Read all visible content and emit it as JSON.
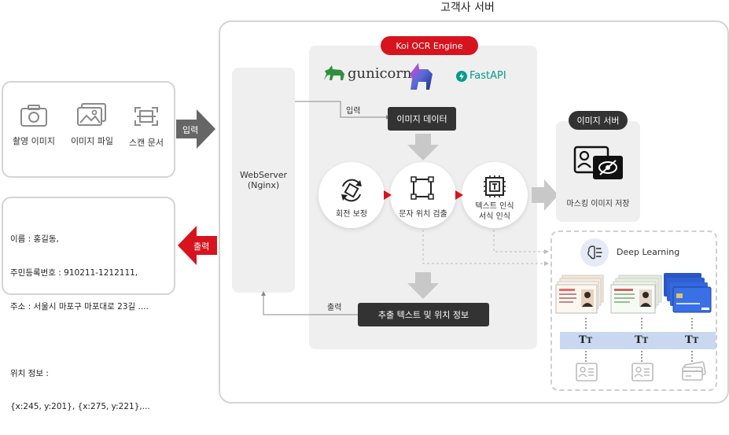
{
  "title": "고객사 서버",
  "inputs": {
    "items": [
      {
        "label": "촬영 이미지",
        "icon": "camera-icon"
      },
      {
        "label": "이미지 파일",
        "icon": "image-file-icon"
      },
      {
        "label": "스캔 문서",
        "icon": "scan-icon"
      }
    ],
    "arrow_label": "입력"
  },
  "output_box": {
    "lines": [
      "이름 : 홍길동,",
      "주민등록번호 : 910211-1212111,",
      "주소 : 서울시 마포구 마포대로 23길 ....",
      "",
      "위치 정보 :",
      "{x:245, y:201}, {x:275, y:221},..."
    ],
    "arrow_label": "출력"
  },
  "webserver": {
    "line1": "WebServer",
    "line2": "(Nginx)"
  },
  "engine": {
    "title": "Koi OCR Engine",
    "logos": {
      "gunicorn": "gunicorn",
      "fastapi": "FastAPI"
    },
    "input_label": "입력",
    "input_box": "이미지 데이터",
    "steps": [
      {
        "line1": "회전 보정",
        "line2": "",
        "icon": "rotate-icon"
      },
      {
        "line1": "문자 위치 검출",
        "line2": "",
        "icon": "crop-icon"
      },
      {
        "line1": "텍스트 인식",
        "line2": "서식 인식",
        "icon": "text-recognition-icon"
      }
    ],
    "output_label": "출력",
    "output_box": "추출 텍스트 및 위치 정보"
  },
  "image_server": {
    "title": "이미지 서버",
    "label": "마스킹 이미지 저장"
  },
  "deep_learning": {
    "label": "Deep Learning"
  },
  "colors": {
    "accent": "#d7141e",
    "dark": "#333333",
    "grey_panel": "#efefef",
    "border": "#d4d4d4",
    "stripe": "#c9d8f0"
  }
}
